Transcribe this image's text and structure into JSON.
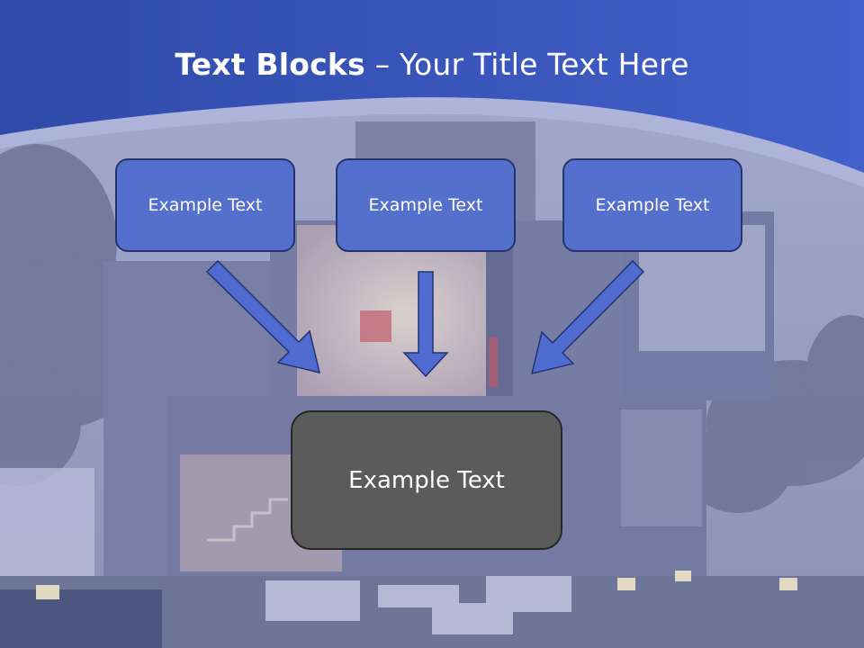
{
  "title": {
    "bold_part": "Text Blocks",
    "separator": " – ",
    "regular_part": "Your Title Text Here"
  },
  "blocks": [
    {
      "label": "Example Text"
    },
    {
      "label": "Example Text"
    },
    {
      "label": "Example Text"
    }
  ],
  "target_block": {
    "label": "Example Text"
  },
  "colors": {
    "header_blue": "#3a55b8",
    "block_fill": "#5570cc",
    "block_border": "#24346e",
    "target_fill": "#5b5b5b",
    "arrow_fill": "#4f6bd0"
  }
}
